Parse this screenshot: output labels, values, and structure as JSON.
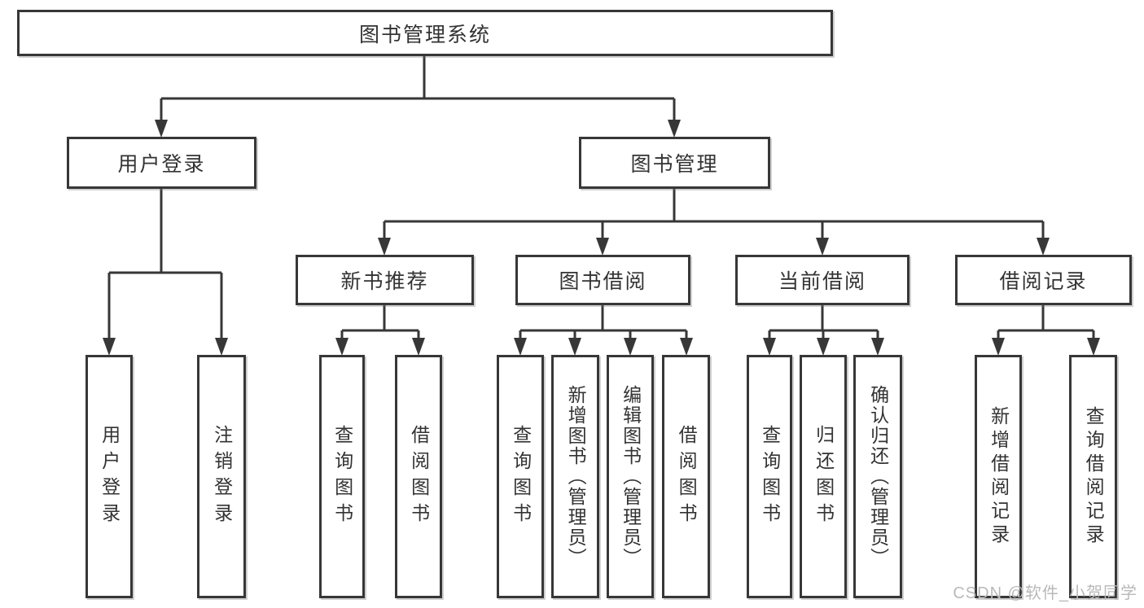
{
  "diagram": {
    "type": "hierarchy-chart",
    "title": "图书管理系统",
    "line_color": "#373737",
    "text_color": "#333333",
    "background_color": "#ffffff",
    "watermark": {
      "text": "CSDN @软件_小贺同学",
      "color": "#b9b9b9"
    }
  },
  "nodes": {
    "root": {
      "label": "图书管理系统"
    },
    "user_login": {
      "label": "用户登录"
    },
    "book_mgmt": {
      "label": "图书管理"
    },
    "new_books": {
      "label": "新书推荐"
    },
    "book_borrow": {
      "label": "图书借阅"
    },
    "current_borrow": {
      "label": "当前借阅"
    },
    "borrow_records": {
      "label": "借阅记录"
    },
    "leaf_user_login": {
      "label": "用户登录"
    },
    "leaf_logout": {
      "label": "注销登录"
    },
    "leaf_nb_query": {
      "label": "查询图书"
    },
    "leaf_nb_borrow": {
      "label": "借阅图书"
    },
    "leaf_bb_query": {
      "label": "查询图书"
    },
    "leaf_bb_add": {
      "label": "新增图书（管理员）"
    },
    "leaf_bb_edit": {
      "label": "编辑图书（管理员）"
    },
    "leaf_bb_borrow": {
      "label": "借阅图书"
    },
    "leaf_cb_query": {
      "label": "查询图书"
    },
    "leaf_cb_return": {
      "label": "归还图书"
    },
    "leaf_cb_confirm": {
      "label": "确认归还（管理员）"
    },
    "leaf_br_add": {
      "label": "新增借阅记录"
    },
    "leaf_br_query": {
      "label": "查询借阅记录"
    }
  },
  "hierarchy": {
    "label": "图书管理系统",
    "children": [
      {
        "label": "用户登录",
        "children": [
          {
            "label": "用户登录"
          },
          {
            "label": "注销登录"
          }
        ]
      },
      {
        "label": "图书管理",
        "children": [
          {
            "label": "新书推荐",
            "children": [
              {
                "label": "查询图书"
              },
              {
                "label": "借阅图书"
              }
            ]
          },
          {
            "label": "图书借阅",
            "children": [
              {
                "label": "查询图书"
              },
              {
                "label": "新增图书（管理员）"
              },
              {
                "label": "编辑图书（管理员）"
              },
              {
                "label": "借阅图书"
              }
            ]
          },
          {
            "label": "当前借阅",
            "children": [
              {
                "label": "查询图书"
              },
              {
                "label": "归还图书"
              },
              {
                "label": "确认归还（管理员）"
              }
            ]
          },
          {
            "label": "借阅记录",
            "children": [
              {
                "label": "新增借阅记录"
              },
              {
                "label": "查询借阅记录"
              }
            ]
          }
        ]
      }
    ]
  }
}
